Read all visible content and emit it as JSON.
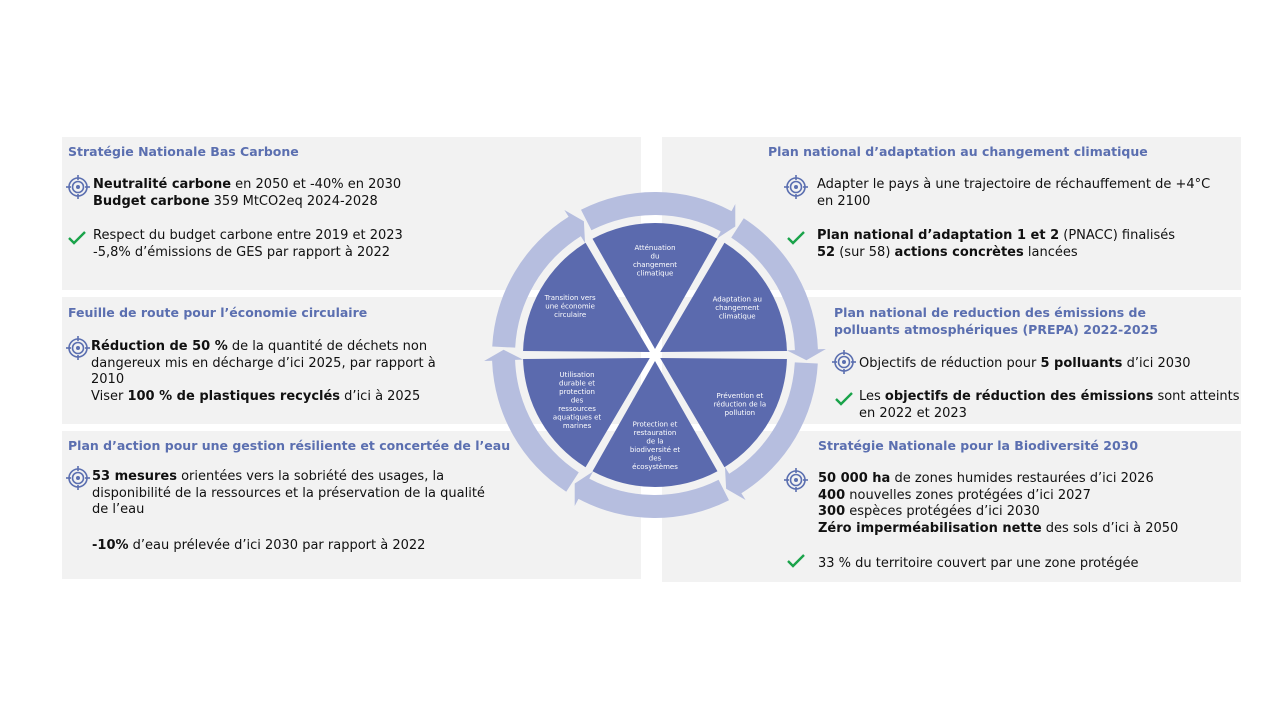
{
  "panels": {
    "snbc": {
      "title": "Stratégie Nationale Bas Carbone",
      "line1_b": "Neutralité carbone",
      "line1_r": " en 2050 et -40% en 2030",
      "line2_b": "Budget carbone",
      "line2_r": " 359 MtCO2eq 2024-2028",
      "check1": "Respect du budget carbone entre 2019 et 2023",
      "check2": "-5,8% d’émissions de GES par rapport à 2022"
    },
    "pnacc": {
      "title": "Plan national d’adaptation au changement climatique",
      "t1": "Adapter le pays à une trajectoire de réchauffement de +4°C",
      "t2": "en 2100",
      "c1_b": "Plan national d’adaptation 1 et 2",
      "c1_r": " (PNACC) finalisés",
      "c2_b1": "52",
      "c2_r1": " (sur 58) ",
      "c2_b2": "actions concrètes",
      "c2_r2": " lancées"
    },
    "circ": {
      "title": "Feuille de route pour l’économie circulaire",
      "l1_b": "Réduction de 50 %",
      "l1_r": " de la quantité de déchets non",
      "l2": "dangereux mis en décharge d’ici 2025, par rapport à",
      "l3": "2010",
      "l4_r1": "Viser ",
      "l4_b": "100 % de plastiques recyclés",
      "l4_r2": " d’ici à 2025"
    },
    "prepa": {
      "title1": "Plan national de reduction des émissions de",
      "title2": "polluants atmosphériques (PREPA)  2022-2025",
      "t1_r": "Objectifs de réduction pour ",
      "t1_b": "5 polluants",
      "t1_r2": " d’ici 2030",
      "c1_r": "Les ",
      "c1_b": "objectifs de réduction des émissions",
      "c1_r2": " sont atteints",
      "c2": "en 2022 et 2023"
    },
    "eau": {
      "title": "Plan d’action pour une gestion résiliente et concertée de l’eau",
      "l1_b": "53 mesures",
      "l1_r": " orientées vers la sobriété des usages, la",
      "l2": "disponibilité de la ressources et la préservation de la qualité",
      "l3": "de l’eau",
      "l4_b": "-10%",
      "l4_r": " d’eau prélevée d’ici 2030 par rapport à 2022"
    },
    "snb": {
      "title": "Stratégie Nationale pour la Biodiversité 2030",
      "l1_b": "50 000 ha",
      "l1_r": " de zones humides restaurées d’ici 2026",
      "l2_b": "400",
      "l2_r": " nouvelles zones protégées d’ici 2027",
      "l3_b": "300",
      "l3_r": " espèces protégées d’ici 2030",
      "l4_b": "Zéro imperméabilisation nette",
      "l4_r": " des sols d’ici à 2050",
      "check": "33 % du territoire couvert par une zone protégée"
    }
  },
  "wheel": {
    "seg1": [
      "Atténuation",
      "du",
      "changement",
      "climatique"
    ],
    "seg2": [
      "Adaptation au",
      "changement",
      "climatique"
    ],
    "seg3": [
      "Prévention et",
      "réduction de la",
      "pollution"
    ],
    "seg4": [
      "Protection et",
      "restauration",
      "de la",
      "biodiversité et",
      "des",
      "écosystèmes"
    ],
    "seg5": [
      "Utilisation",
      "durable et",
      "protection",
      "des",
      "ressources",
      "aquatiques et",
      "marines"
    ],
    "seg6": [
      "Transition vers",
      "une économie",
      "circulaire"
    ]
  },
  "colors": {
    "title": "#5b6fb0",
    "segment": "#5b6aae",
    "ring": "#b6bedf",
    "check": "#1aa34a",
    "panel": "#f2f2f2"
  }
}
